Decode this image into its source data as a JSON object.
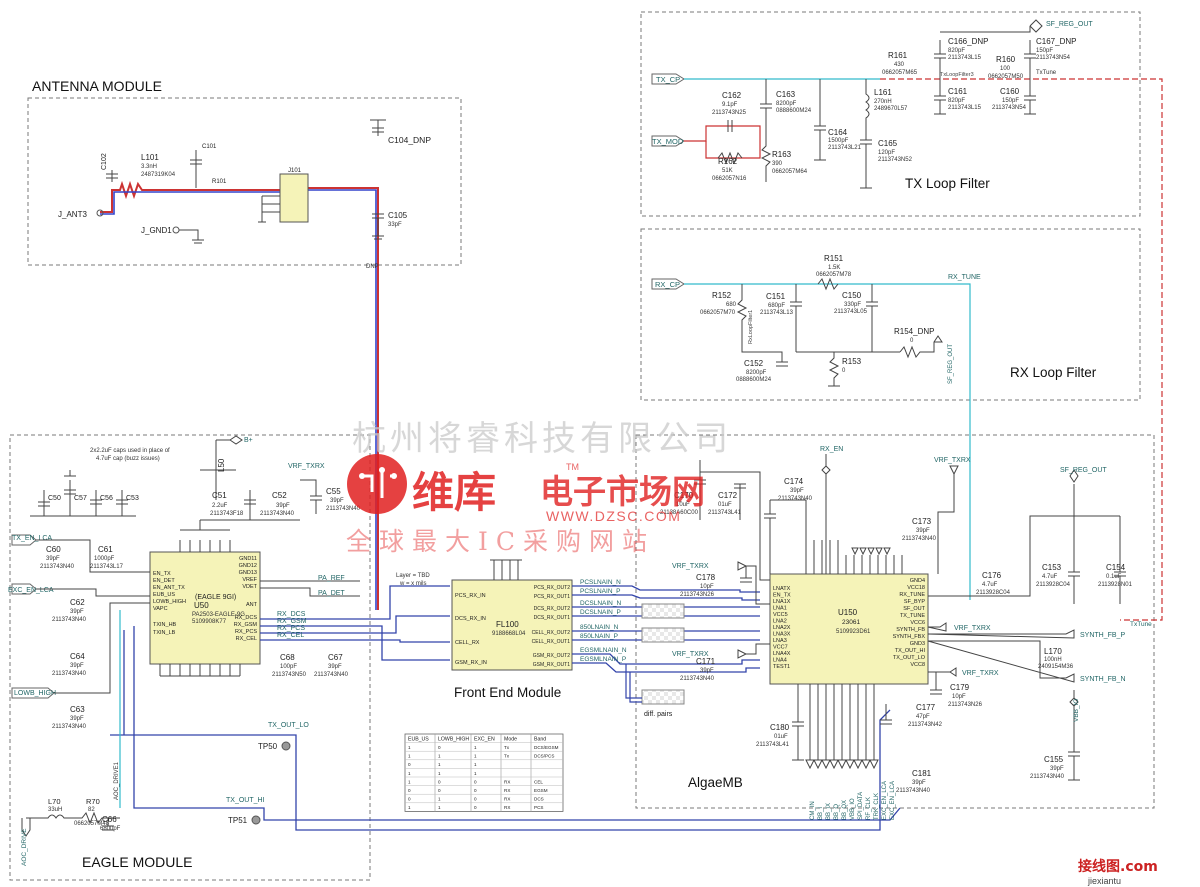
{
  "sections": {
    "antenna": "ANTENNA MODULE",
    "eagle": "EAGLE MODULE",
    "front_end": "Front End Module",
    "tx_loop": "TX Loop Filter",
    "rx_loop": "RX Loop Filter",
    "algae": "AlgaeMB"
  },
  "antenna": {
    "j_ant3": "J_ANT3",
    "j_gnd1": "J_GND1",
    "l101": "L101",
    "l101_val": "3.3nH",
    "l101_pn": "2487319K04",
    "c102": "C102",
    "c101": "C101",
    "r101": "R101",
    "c104": "C104_DNP",
    "c105": "C105",
    "c105_val": "33pF",
    "dnp": "DNP",
    "conn": "J101"
  },
  "tx": {
    "tx_cp": "TX_CP",
    "tx_mod": "TX_MOD",
    "c162": "C162",
    "c162_val": "9.1pF",
    "c162_pn": "2113743N25",
    "r162": "R162",
    "r162_val": "51K",
    "r162_pn": "0662057N16",
    "c163": "C163",
    "c163_val": "8200pF",
    "c163_pn": "0888600M24",
    "r163": "R163",
    "r163_val": "390",
    "r163_pn": "0662057M64",
    "c164": "C164",
    "c164_val": "1500pF",
    "c164_pn": "2113743L21",
    "l161": "L161",
    "l161_val": "270nH",
    "l161_pn": "2489670L57",
    "c165": "C165",
    "c165_val": "120pF",
    "c165_pn": "2113743N52",
    "r161": "R161",
    "r161_val": "430",
    "r161_pn": "0662057M65",
    "c166": "C166_DNP",
    "c166_val": "820pF",
    "c166_pn": "2113743L15",
    "c161": "C161",
    "c161_val": "820pF",
    "c161_pn": "2113743L15",
    "r160": "R160",
    "r160_val": "100",
    "r160_pn": "0662057M50",
    "c167": "C167_DNP",
    "c167_val": "150pF",
    "c167_pn": "2113743N54",
    "c160": "C160",
    "c160_val": "150pF",
    "c160_pn": "2113743N54",
    "sf_reg_out": "SF_REG_OUT",
    "txtune": "TxTune",
    "txloopfilter3": "TxLoopFilter3"
  },
  "rx": {
    "rx_cp": "RX_CP",
    "rx_tune": "RX_TUNE",
    "r151": "R151",
    "r151_val": "1.5K",
    "r151_pn": "0662057M78",
    "r152": "R152",
    "r152_val": "680",
    "r152_pn": "0662057M70",
    "c151": "C151",
    "c151_val": "680pF",
    "c151_pn": "2113743L13",
    "c150": "C150",
    "c150_val": "330pF",
    "c150_pn": "2113743L05",
    "r154": "R154_DNP",
    "r154_val": "0",
    "c152": "C152",
    "c152_val": "8200pF",
    "c152_pn": "0888600M24",
    "r153": "R153",
    "r153_val": "0",
    "sf_reg_out": "SF_REG_OUT",
    "rxloopfilter1": "RxLoopFilter1"
  },
  "eagle": {
    "note1": "2x2.2uF caps used in place of",
    "note2": "4.7uF cap (buzz issues)",
    "b_plus": "B+",
    "l50": "L50",
    "c50": "C50",
    "c57": "C57",
    "c56": "C56",
    "c53": "C53",
    "c51": "C51",
    "c51_val": "2.2uF",
    "c51_pn": "2113743F18",
    "c52": "C52",
    "c52_val": "39pF",
    "c52_pn": "2113743N40",
    "c55": "C55",
    "c55_val": "39pF",
    "c55_pn": "2113743N40",
    "vrf_txrx": "VRF_TXRX",
    "tx_en_lca": "TX_EN_LCA",
    "exc_en_lca": "EXC_EN_LCA",
    "lowb_high": "LOWB_HIGH",
    "c60": "C60",
    "c60_val": "39pF",
    "c60_pn": "2113743N40",
    "c61": "C61",
    "c61_val": "1000pF",
    "c61_pn": "2113743L17",
    "c62": "C62",
    "c62_val": "39pF",
    "c62_pn": "2113743N40",
    "c64": "C64",
    "c64_val": "39pF",
    "c64_pn": "2113743N40",
    "c63": "C63",
    "c63_val": "39pF",
    "c63_pn": "2113743N40",
    "c68": "C68",
    "c68_val": "100pF",
    "c68_pn": "2113743N50",
    "c67": "C67",
    "c67_val": "39pF",
    "c67_pn": "2113743N40",
    "u50": "U50",
    "u50_name": "(EAGLE 9GI)",
    "u50_pn1": "PA2503-EAGLE-9G",
    "u50_pn2": "5109908K77",
    "u50_pins_left": [
      "EN_TX",
      "EN_DET",
      "EN_ANT_TX",
      "EUB_US",
      "LOWB_HIGH",
      "VAPC",
      "",
      "TXIN_HB",
      "TXIN_LB"
    ],
    "u50_pins_right": [
      "GND11",
      "GND12",
      "GND13",
      "VREF",
      "VDET",
      "",
      "ANT",
      "RX_DCS",
      "RX_GSM",
      "RX_PCS",
      "RX_CEL"
    ],
    "pa_ref": "PA_REF",
    "pa_det": "PA_DET",
    "rx_dcs": "RX_DCS",
    "rx_gsm": "RX_GSM",
    "rx_pcs": "RX_PCS",
    "rx_cel": "RX_CEL",
    "tx_out_lo": "TX_OUT_LO",
    "tx_out_hi": "TX_OUT_HI",
    "tp50": "TP50",
    "tp51": "TP51",
    "l70": "L70",
    "l70_val": "33uH",
    "r70": "R70",
    "r70_val": "82",
    "r70_pn": "0662057M48",
    "c66": "C66",
    "c66_val": "6800pF",
    "aoc_drive": "AOC_DRIVE",
    "aoc_drive1": "AOC_DRIVE1"
  },
  "fem": {
    "layer_note1": "Layer = TBD",
    "layer_note2": "w = x mils",
    "fl100": "FL100",
    "fl100_pn": "9188668L04",
    "pins_left": [
      "PCS_RX_IN",
      "DCS_RX_IN",
      "CELL_RX",
      "GSM_RX_IN"
    ],
    "pins_right": [
      "PCS_RX_OUT2",
      "PCS_RX_OUT1",
      "DCS_RX_OUT2",
      "DCS_RX_OUT1",
      "CELL_RX_OUT2",
      "CELL_RX_OUT1",
      "GSM_RX_OUT2",
      "GSM_RX_OUT1"
    ],
    "nets": [
      "PCSLNAIN_N",
      "PCSLNAIN_P",
      "DCSLNAIN_N",
      "DCSLNAIN_P",
      "850LNAIN_N",
      "850LNAIN_P",
      "EGSMLNAIN_N",
      "EGSMLNAIN_P"
    ],
    "diff_pairs": "diff. pairs"
  },
  "band_table": {
    "headers": [
      "EUB_US",
      "LOWB_HIGH",
      "EXC_EN",
      "Mode",
      "Band"
    ],
    "rows": [
      [
        "1",
        "0",
        "1",
        "Tx",
        "DCS/EGSM"
      ],
      [
        "1",
        "1",
        "1",
        "Tx",
        "DCS/PCS"
      ],
      [
        "0",
        "1",
        "1",
        "",
        ""
      ],
      [
        "1",
        "1",
        "1",
        "",
        ""
      ],
      [
        "1",
        "0",
        "0",
        "RX",
        "CEL"
      ],
      [
        "0",
        "0",
        "0",
        "RX",
        "EGSM"
      ],
      [
        "0",
        "1",
        "0",
        "RX",
        "DCS"
      ],
      [
        "1",
        "1",
        "0",
        "RX",
        "PCS"
      ]
    ]
  },
  "algae": {
    "u150": "U150",
    "u150_name": "23061",
    "u150_pn": "5109923D61",
    "rx_en": "RX_EN",
    "vrf_txrx": "VRF_TXRX",
    "c170": "C170",
    "c170_val": "10uF",
    "c170_pn": "21138A60C00",
    "c172": "C172",
    "c172_val": "01uF",
    "c172_pn": "2113743L41",
    "c174": "C174",
    "c174_val": "39pF",
    "c174_pn": "2113743N40",
    "c173": "C173",
    "c173_val": "39pF",
    "c173_pn": "2113743N40",
    "c178": "C178",
    "c178_val": "10pF",
    "c178_pn": "2113743N26",
    "c171": "C171",
    "c171_val": "39pF",
    "c171_pn": "2113743N40",
    "c176": "C176",
    "c176_val": "4.7uF",
    "c176_pn": "2113928C04",
    "c153": "C153",
    "c153_val": "4.7uF",
    "c153_pn": "2113928C04",
    "c154": "C154",
    "c154_val": "0.1uF",
    "c154_pn": "2113928N01",
    "sf_reg_out": "SF_REG_OUT",
    "txtune": "TxTune",
    "synth_fb_p": "SYNTH_FB_P",
    "synth_fb_n": "SYNTH_FB_N",
    "l170": "L170",
    "l170_val": "100nH",
    "l170_pn": "2409154M36",
    "vbb_io": "VBB_IO",
    "c155": "C155",
    "c155_val": "39pF",
    "c155_pn": "2113743N40",
    "c179": "C179",
    "c179_val": "10pF",
    "c179_pn": "2113743N26",
    "c177": "C177",
    "c177_val": "47pF",
    "c177_pn": "2113743N42",
    "c181": "C181",
    "c181_val": "39pF",
    "c181_pn": "2113743N40",
    "c180": "C180",
    "c180_val": "01uF",
    "c180_pn": "2113743L41",
    "pins_left": [
      "LNATX",
      "EN_TX",
      "LNA1X",
      "LNA1",
      "VCC5",
      "LNA2",
      "LNA2X",
      "LNA3X",
      "LNA3",
      "VCC7",
      "LNA4X",
      "LNA4",
      "TEST1"
    ],
    "pins_right": [
      "GND4",
      "VCC18",
      "RX_TUNE",
      "SF_BYP",
      "SF_OUT",
      "TX_TUNE",
      "VCC6",
      "SYNTH_FB",
      "SYNTH_FBX",
      "GND3",
      "TX_OUT_HI",
      "TX_OUT_LO",
      "VCC8"
    ],
    "bottom_nets": [
      "CM_IN",
      "BB_I",
      "BB_IX",
      "BB_Q",
      "BB_QX",
      "VBB_IO",
      "SPI_DATA",
      "RF_CLK",
      "TRK_CLK",
      "EXC_EN_LCA",
      "EXC_EN_LCA"
    ]
  },
  "watermark": {
    "line1": "杭州将睿科技有限公司",
    "brand_cn": "维库",
    "brand_sub": "电子市场网",
    "tm": "TM",
    "url": "WWW.DZSC.COM",
    "slogan": "全球最大IC采购网站",
    "corner": "接线图.com",
    "corner_url": "jiexiantu"
  }
}
